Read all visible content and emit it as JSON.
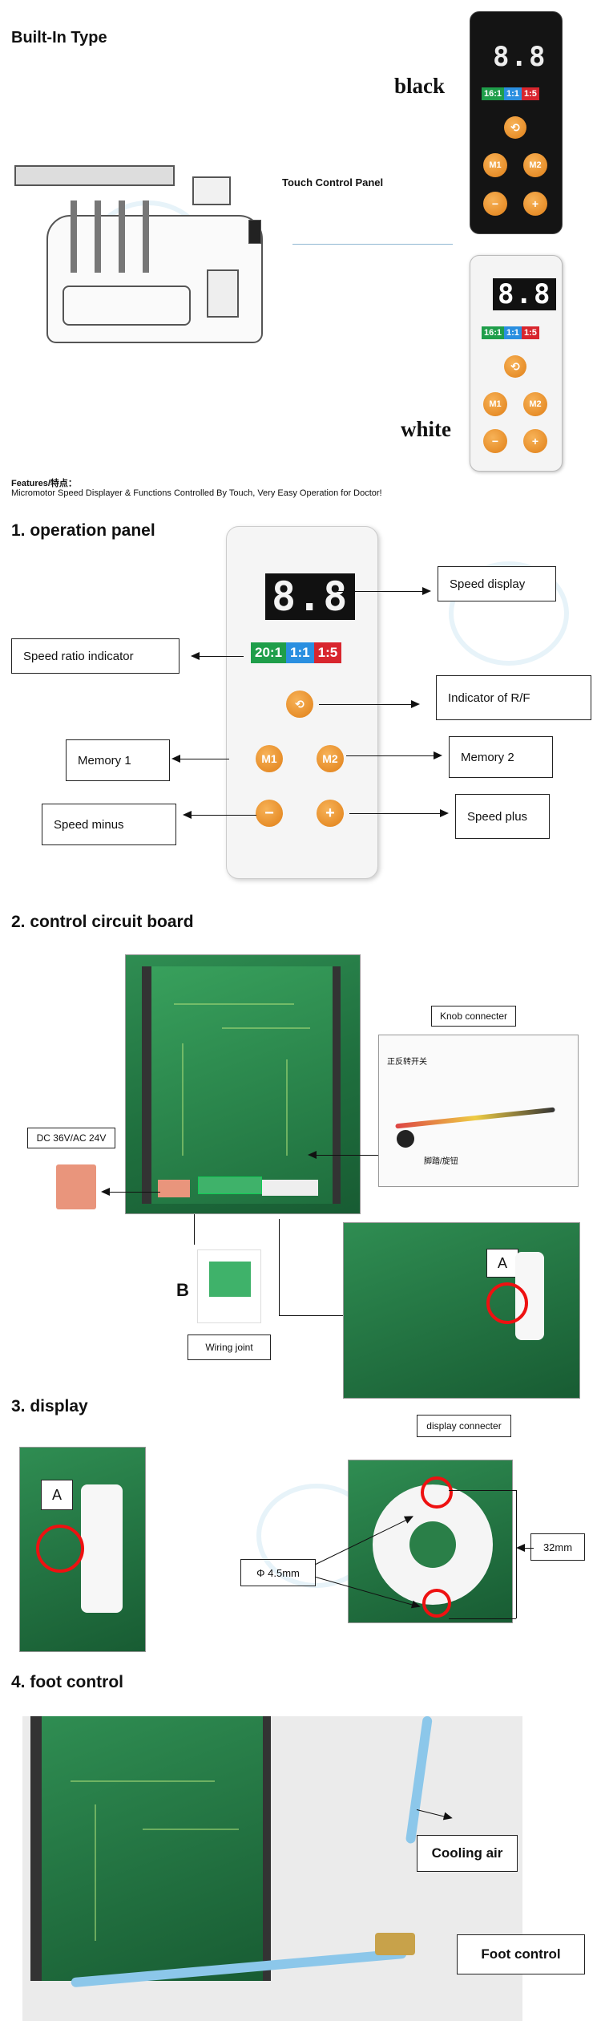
{
  "header": {
    "title": "Built-In Type"
  },
  "overview": {
    "black_label": "black",
    "white_label": "white",
    "touch_panel_label": "Touch Control Panel",
    "panel_display": "8.8",
    "ratios": [
      "16:1",
      "1:1",
      "1:5"
    ],
    "ratio_colors": [
      "#1f9e4a",
      "#2a8fe0",
      "#d8262e"
    ],
    "btn_m1": "M1",
    "btn_m2": "M2"
  },
  "features": {
    "label": "Features/特点：",
    "text": "Micromotor Speed Displayer & Functions Controlled By Touch, Very Easy Operation for Doctor!"
  },
  "section1": {
    "heading": "1. operation panel",
    "display": "8.8",
    "ratios": [
      "20:1",
      "1:1",
      "1:5"
    ],
    "btn_m1": "M1",
    "btn_m2": "M2",
    "labels": {
      "speed_display": "Speed display",
      "speed_ratio": "Speed ratio indicator",
      "rf": "Indicator of R/F",
      "memory1": "Memory 1",
      "memory2": "Memory 2",
      "speed_minus": "Speed minus",
      "speed_plus": "Speed plus"
    }
  },
  "section2": {
    "heading": "2.  control circuit board",
    "knob_label": "Knob connecter",
    "knob_note1": "正反转开关",
    "knob_note2": "脚踏/旋钮",
    "power_label": "DC 36V/AC 24V",
    "b_label": "B",
    "wiring_label": "Wiring joint",
    "a_label": "A"
  },
  "section3": {
    "heading": "3. display",
    "a_label": "A",
    "connector_label": "display connecter",
    "diameter_label": "Φ 4.5mm",
    "height_label": "32mm"
  },
  "section4": {
    "heading": "4. foot control",
    "cooling_label": "Cooling air",
    "foot_label": "Foot control"
  }
}
